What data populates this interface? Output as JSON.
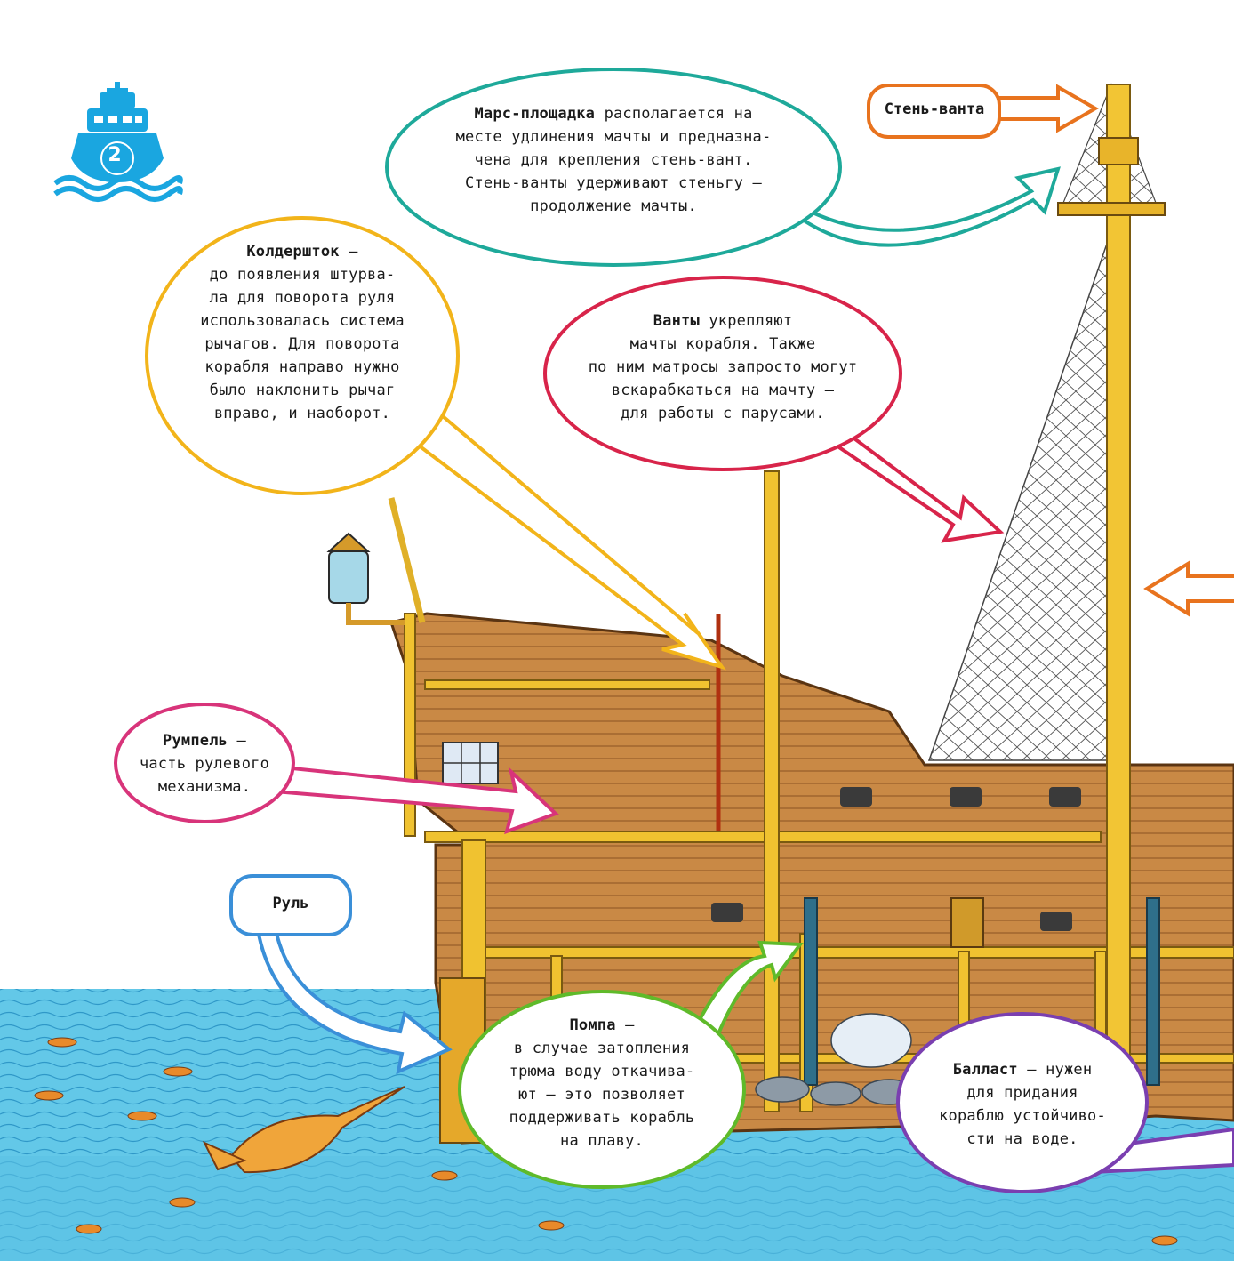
{
  "page": {
    "number": "2"
  },
  "colors": {
    "mars": "#1ea99a",
    "stenvanta": "#e8731e",
    "kolder": "#f2b41a",
    "vanty": "#d8244a",
    "rumpel": "#d8347a",
    "rul": "#3a8fd8",
    "pompa": "#5fba2a",
    "ballast": "#7a3fb0",
    "badge": "#1aa6e0",
    "sea": "#5cc7e8",
    "wood": "#c8843c",
    "mast": "#f0c230"
  },
  "callouts": {
    "mars": {
      "term": "Марс-площадка",
      "line1": "располагается на",
      "line2": "месте удлинения мачты и предназна-",
      "line3": "чена для крепления стень-вант.",
      "line4": "Стень-ванты удерживают стеньгу —",
      "line5": "продолжение мачты."
    },
    "stenvanta": {
      "label": "Стень-ванта"
    },
    "kolder": {
      "term": "Колдершток",
      "line1": " —",
      "line2": "до появления штурва-",
      "line3": "ла для поворота руля",
      "line4": "использовалась система",
      "line5": "рычагов. Для поворота",
      "line6": "корабля направо нужно",
      "line7": "было наклонить рычаг",
      "line8": "вправо, и наоборот."
    },
    "vanty": {
      "term": "Ванты",
      "line1": " укрепляют",
      "line2": "мачты корабля. Также",
      "line3": "по ним матросы запросто могут",
      "line4": "вскарабкаться на мачту —",
      "line5": "для работы с парусами."
    },
    "rumpel": {
      "term": "Румпель",
      "line1": " —",
      "line2": "часть рулевого",
      "line3": "механизма."
    },
    "rul": {
      "label": "Руль"
    },
    "pompa": {
      "term": "Помпа",
      "line1": " —",
      "line2": "в случае затопления",
      "line3": "трюма воду откачива-",
      "line4": "ют — это позволяет",
      "line5": "поддерживать корабль",
      "line6": "на плаву."
    },
    "ballast": {
      "term": "Балласт",
      "line1": " — нужен",
      "line2": "для придания",
      "line3": "кораблю устойчиво-",
      "line4": "сти на воде."
    }
  }
}
